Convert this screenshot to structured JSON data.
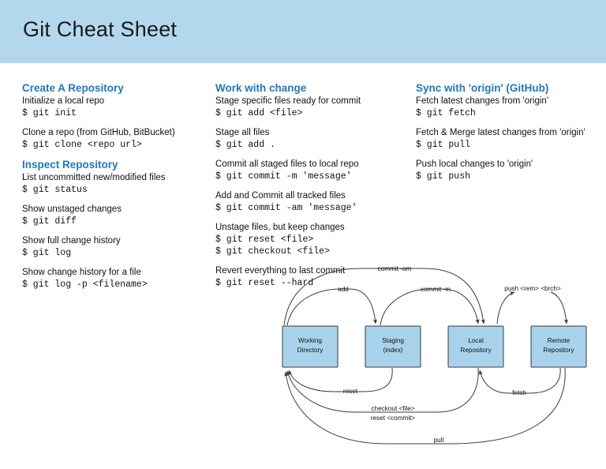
{
  "header": {
    "title": "Git Cheat Sheet",
    "banner_color": "#b3d8ee"
  },
  "accent_color": "#1f78c1",
  "columns": [
    {
      "id": "create",
      "sections": [
        {
          "heading": "Create A Repository",
          "blocks": [
            {
              "desc": "Initialize a local repo",
              "cmds": [
                "$ git init"
              ]
            },
            {
              "desc": "Clone a repo (from GitHub, BitBucket)",
              "cmds": [
                "$ git clone <repo url>"
              ]
            }
          ]
        },
        {
          "heading": "Inspect Repository",
          "blocks": [
            {
              "desc": "List uncommitted new/modified files",
              "cmds": [
                "$ git status"
              ]
            },
            {
              "desc": "Show unstaged changes",
              "cmds": [
                "$ git diff"
              ]
            },
            {
              "desc": "Show full change history",
              "cmds": [
                "$ git log"
              ]
            },
            {
              "desc": "Show change history for a file",
              "cmds": [
                "$ git log -p <filename>"
              ]
            }
          ]
        }
      ]
    },
    {
      "id": "work",
      "sections": [
        {
          "heading": "Work with change",
          "blocks": [
            {
              "desc": "Stage specific files ready for commit",
              "cmds": [
                "$ git add <file>"
              ]
            },
            {
              "desc": "Stage all files",
              "cmds": [
                "$ git add ."
              ]
            },
            {
              "desc": "Commit all staged files to local repo",
              "cmds": [
                "$ git commit -m 'message'"
              ]
            },
            {
              "desc": "Add and Commit all tracked files",
              "cmds": [
                "$ git commit -am 'message'"
              ]
            },
            {
              "desc": "Unstage files, but keep changes",
              "cmds": [
                "$ git reset <file>",
                "$ git checkout <file>"
              ]
            },
            {
              "desc": "Revert everything to last commit",
              "cmds": [
                "$ git reset --hard"
              ]
            }
          ]
        }
      ]
    },
    {
      "id": "sync",
      "sections": [
        {
          "heading": "Sync with 'origin' (GitHub)",
          "blocks": [
            {
              "desc": "Fetch latest changes from 'origin'",
              "cmds": [
                "$ git fetch"
              ]
            },
            {
              "desc": "Fetch & Merge latest changes from 'origin'",
              "cmds": [
                "$ git pull"
              ]
            },
            {
              "desc": "Push local changes to 'origin'",
              "cmds": [
                "$ git push"
              ]
            }
          ]
        }
      ]
    }
  ],
  "diagram": {
    "box_fill": "#a8d2ec",
    "box_stroke": "#3b3b3b",
    "boxes": [
      {
        "id": "working-directory",
        "line1": "Working",
        "line2": "Directory"
      },
      {
        "id": "staging-index",
        "line1": "Staging",
        "line2": "(index)"
      },
      {
        "id": "local-repository",
        "line1": "Local",
        "line2": "Repository"
      },
      {
        "id": "remote-repository",
        "line1": "Remote",
        "line2": "Repository"
      }
    ],
    "edges": [
      {
        "id": "add",
        "label": "add"
      },
      {
        "id": "commit-m",
        "label": "commit -m"
      },
      {
        "id": "commit-am",
        "label": "commit -am"
      },
      {
        "id": "push",
        "label": "push <rem> <brch>"
      },
      {
        "id": "reset",
        "label": "reset"
      },
      {
        "id": "checkout-file",
        "label": "checkout <file>"
      },
      {
        "id": "reset-commit",
        "label": "reset <commit>"
      },
      {
        "id": "fetch",
        "label": "fetch"
      },
      {
        "id": "pull",
        "label": "pull"
      }
    ]
  }
}
